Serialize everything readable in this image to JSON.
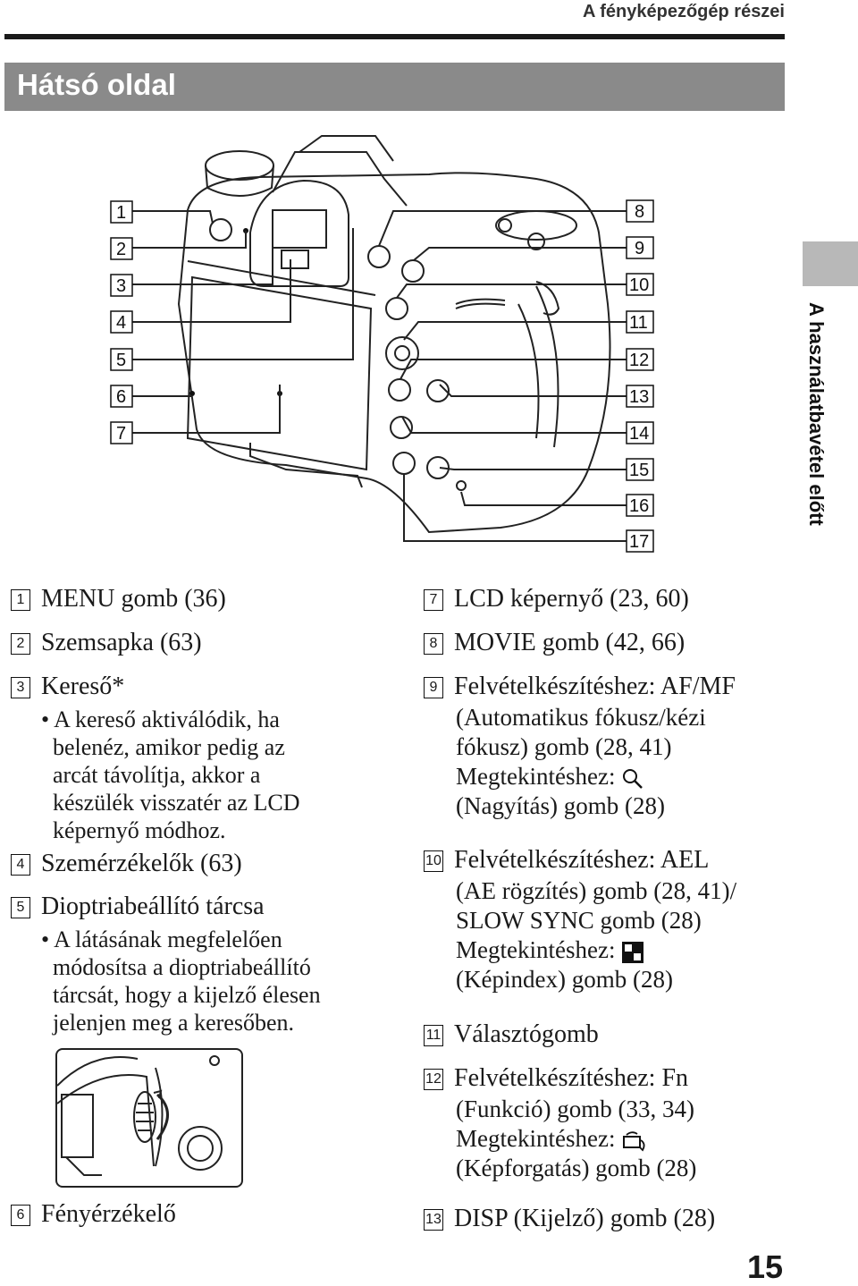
{
  "header": {
    "section": "A fényképezőgép részei"
  },
  "banner": {
    "title": "Hátsó oldal"
  },
  "side_label": "A használatbavétel előtt",
  "callouts": [
    "1",
    "2",
    "3",
    "4",
    "5",
    "6",
    "7",
    "8",
    "9",
    "10",
    "11",
    "12",
    "13",
    "14",
    "15",
    "16",
    "17"
  ],
  "left_items": {
    "i1": {
      "num": "1",
      "text": "MENU gomb (36)"
    },
    "i2": {
      "num": "2",
      "text": "Szemsapka (63)"
    },
    "i3": {
      "num": "3",
      "text": "Kereső*"
    },
    "i3_bullet": "• A kereső aktiválódik, ha\n  belenéz, amikor pedig az\n  arcát távolítja, akkor a\n  készülék visszatér az LCD\n  képernyő módhoz.",
    "i4": {
      "num": "4",
      "text": "Szemérzékelők (63)"
    },
    "i5": {
      "num": "5",
      "text": "Dioptriabeállító tárcsa"
    },
    "i5_bullet": "• A látásának megfelelően\n  módosítsa a dioptriabeállító\n  tárcsát, hogy a kijelző élesen\n  jelenjen meg a keresőben.",
    "i6": {
      "num": "6",
      "text": "Fényérzékelő"
    }
  },
  "right_items": {
    "i7": {
      "num": "7",
      "text": "LCD képernyő (23, 60)"
    },
    "i8": {
      "num": "8",
      "text": "MOVIE gomb (42, 66)"
    },
    "i9": {
      "num": "9",
      "text": "Felvételkészítéshez: AF/MF",
      "lines": "(Automatikus fókusz/kézi\nfókusz) gomb (28, 41)",
      "view": "Megtekintéshez:",
      "tail": "(Nagyítás) gomb (28)"
    },
    "i10": {
      "num": "10",
      "text": "Felvételkészítéshez: AEL",
      "lines": "(AE rögzítés) gomb (28, 41)/\nSLOW SYNC gomb (28)",
      "view": "Megtekintéshez:",
      "tail": "(Képindex) gomb (28)"
    },
    "i11": {
      "num": "11",
      "text": "Választógomb"
    },
    "i12": {
      "num": "12",
      "text": "Felvételkészítéshez: Fn",
      "lines": "(Funkció) gomb (33, 34)",
      "view": "Megtekintéshez:",
      "tail": "(Képforgatás) gomb (28)"
    },
    "i13": {
      "num": "13",
      "text": "DISP (Kijelző) gomb (28)"
    }
  },
  "page_number": "15"
}
